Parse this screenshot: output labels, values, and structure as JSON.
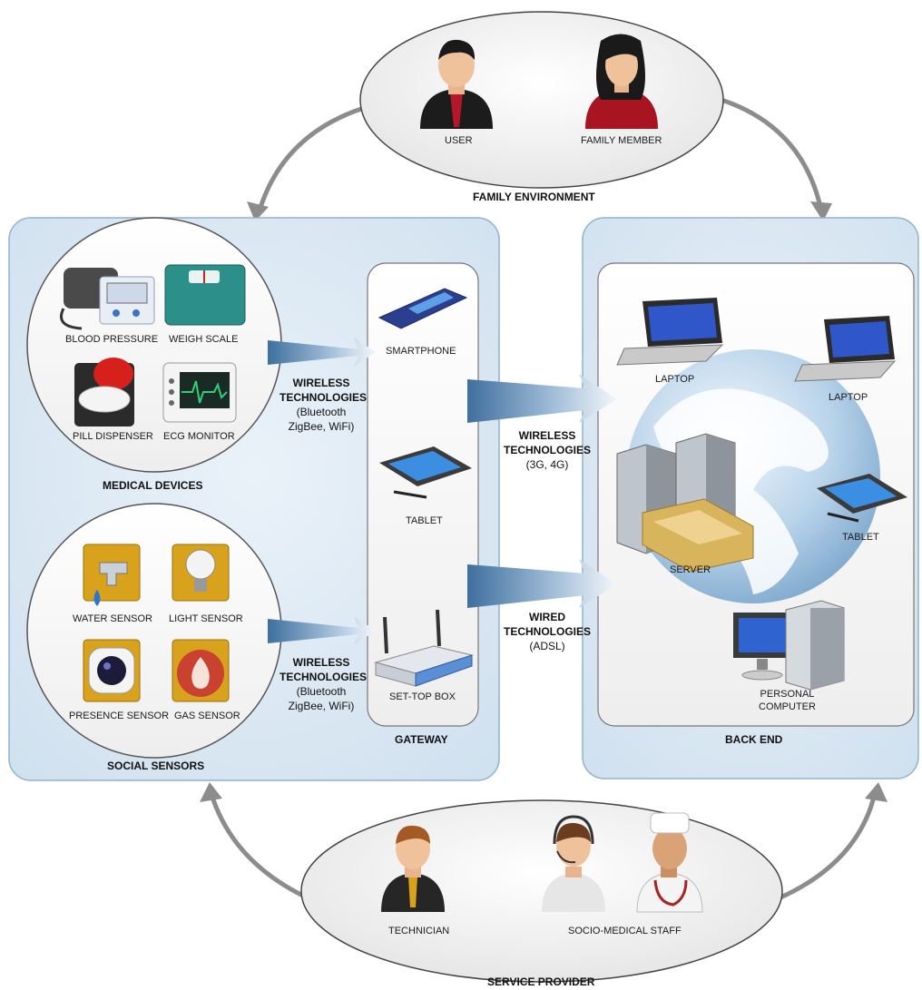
{
  "family_environment": {
    "title": "FAMILY ENVIRONMENT",
    "members": [
      "USER",
      "FAMILY MEMBER"
    ]
  },
  "medical_devices": {
    "title": "MEDICAL DEVICES",
    "items": [
      "BLOOD PRESSURE",
      "WEIGH SCALE",
      "PILL DISPENSER",
      "ECG MONITOR"
    ]
  },
  "social_sensors": {
    "title": "SOCIAL SENSORS",
    "items": [
      "WATER SENSOR",
      "LIGHT SENSOR",
      "PRESENCE SENSOR",
      "GAS SENSOR"
    ]
  },
  "gateway": {
    "title": "GATEWAY",
    "items": [
      "SMARTPHONE",
      "TABLET",
      "SET-TOP BOX"
    ]
  },
  "back_end": {
    "title": "BACK END",
    "items": [
      "LAPTOP",
      "LAPTOP",
      "SERVER",
      "TABLET",
      "PERSONAL",
      "COMPUTER"
    ]
  },
  "service_provider": {
    "title": "SERVICE PROVIDER",
    "members": [
      "TECHNICIAN",
      "SOCIO-MEDICAL STAFF"
    ]
  },
  "links": {
    "devices_to_gateway": {
      "line1": "WIRELESS",
      "line2": "TECHNOLOGIES",
      "detail1": "(Bluetooth",
      "detail2": "ZigBee, WiFi)"
    },
    "sensors_to_gateway": {
      "line1": "WIRELESS",
      "line2": "TECHNOLOGIES",
      "detail1": "(Bluetooth",
      "detail2": "ZigBee, WiFi)"
    },
    "gateway_to_backend_wireless": {
      "line1": "WIRELESS",
      "line2": "TECHNOLOGIES",
      "detail1": "(3G, 4G)"
    },
    "gateway_to_backend_wired": {
      "line1": "WIRED",
      "line2": "TECHNOLOGIES",
      "detail1": "(ADSL)"
    }
  },
  "colors": {
    "panel_fill": "#d6e6f3",
    "panel_stroke": "#8fb2d0",
    "arrow_dark": "#3f6f9e",
    "arrow_light": "#eef4fa",
    "curve_arrow": "#8c8c8c"
  },
  "icons": [
    "person-icon",
    "blood-pressure-icon",
    "weigh-scale-icon",
    "pill-dispenser-icon",
    "ecg-monitor-icon",
    "water-sensor-icon",
    "light-sensor-icon",
    "presence-sensor-icon",
    "gas-sensor-icon",
    "smartphone-icon",
    "tablet-icon",
    "router-icon",
    "laptop-icon",
    "globe-icon",
    "server-icon",
    "folder-icon",
    "pc-icon",
    "headset-icon",
    "doctor-icon"
  ]
}
